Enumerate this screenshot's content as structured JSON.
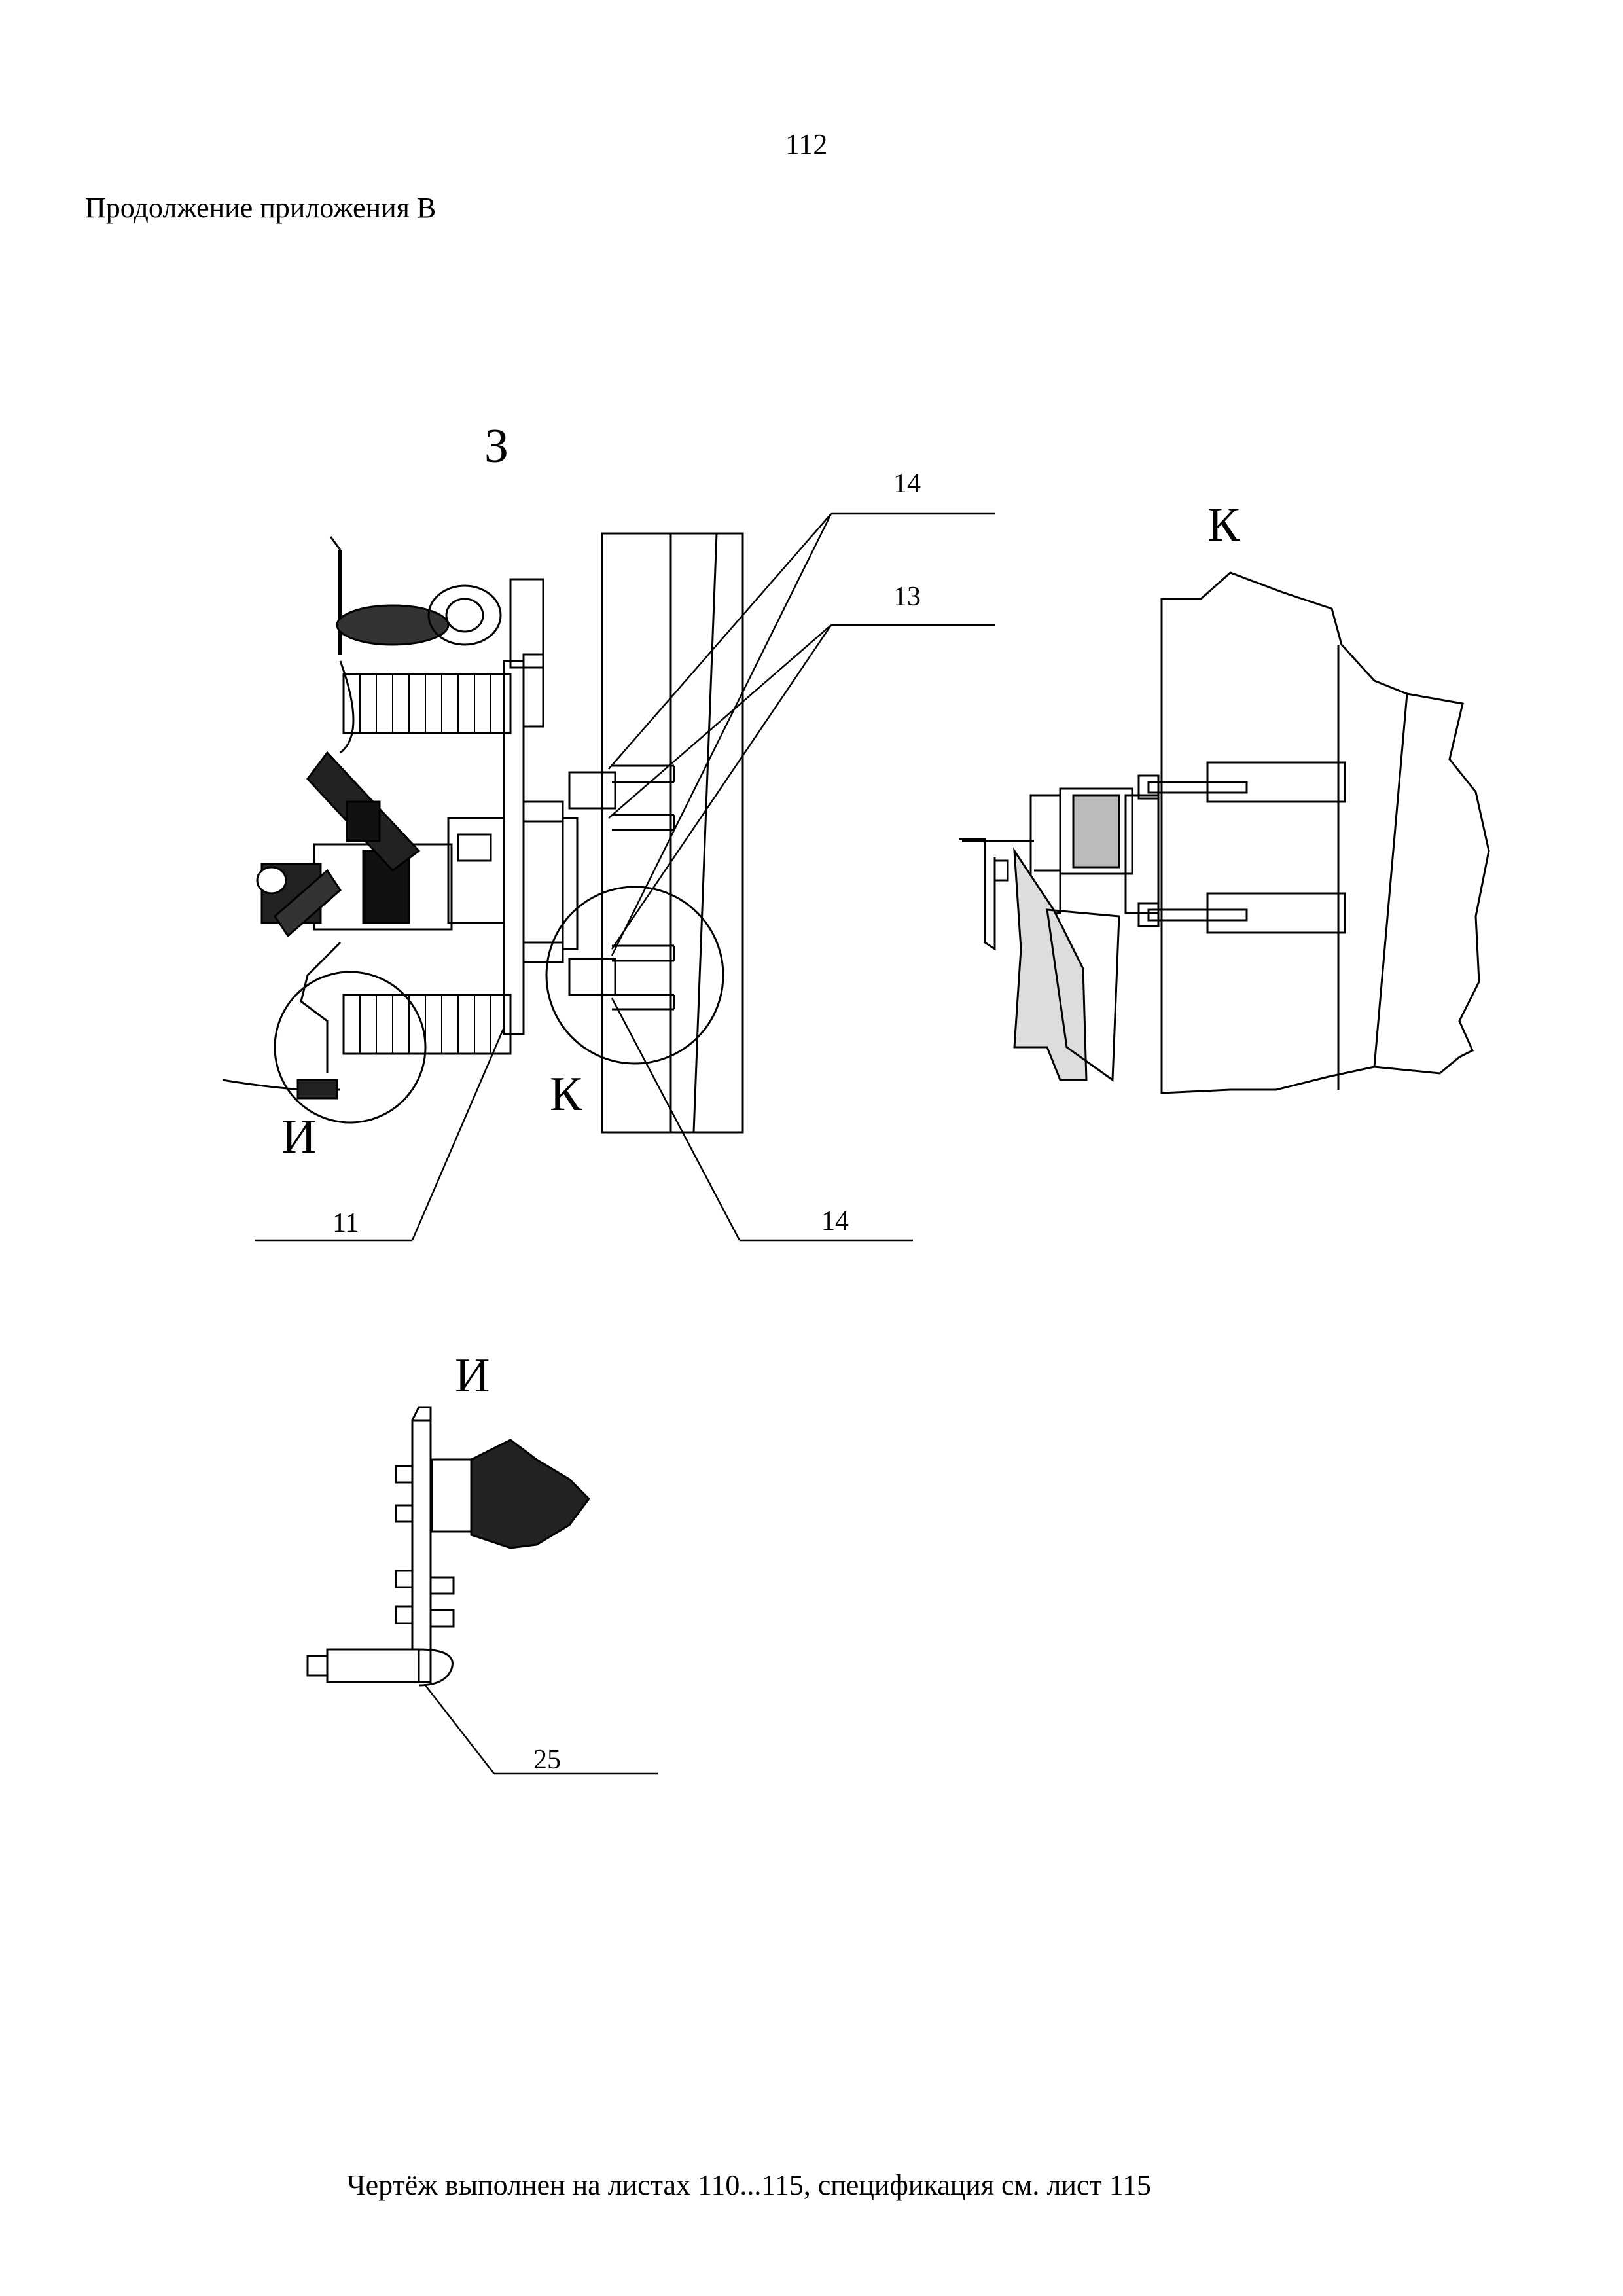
{
  "page": {
    "number": "112",
    "heading": "Продолжение приложения В",
    "footer_note": "Чертёж выполнен на листах 110...115, спецификация см. лист 115"
  },
  "views": {
    "main_view_label": "З",
    "detail_k_label": "К",
    "detail_i_label": "И",
    "callout_k_on_main": "К",
    "callout_i_on_main": "И"
  },
  "callouts": {
    "c14_top": "14",
    "c13": "13",
    "c11": "11",
    "c14_bottom": "14",
    "c25": "25"
  }
}
